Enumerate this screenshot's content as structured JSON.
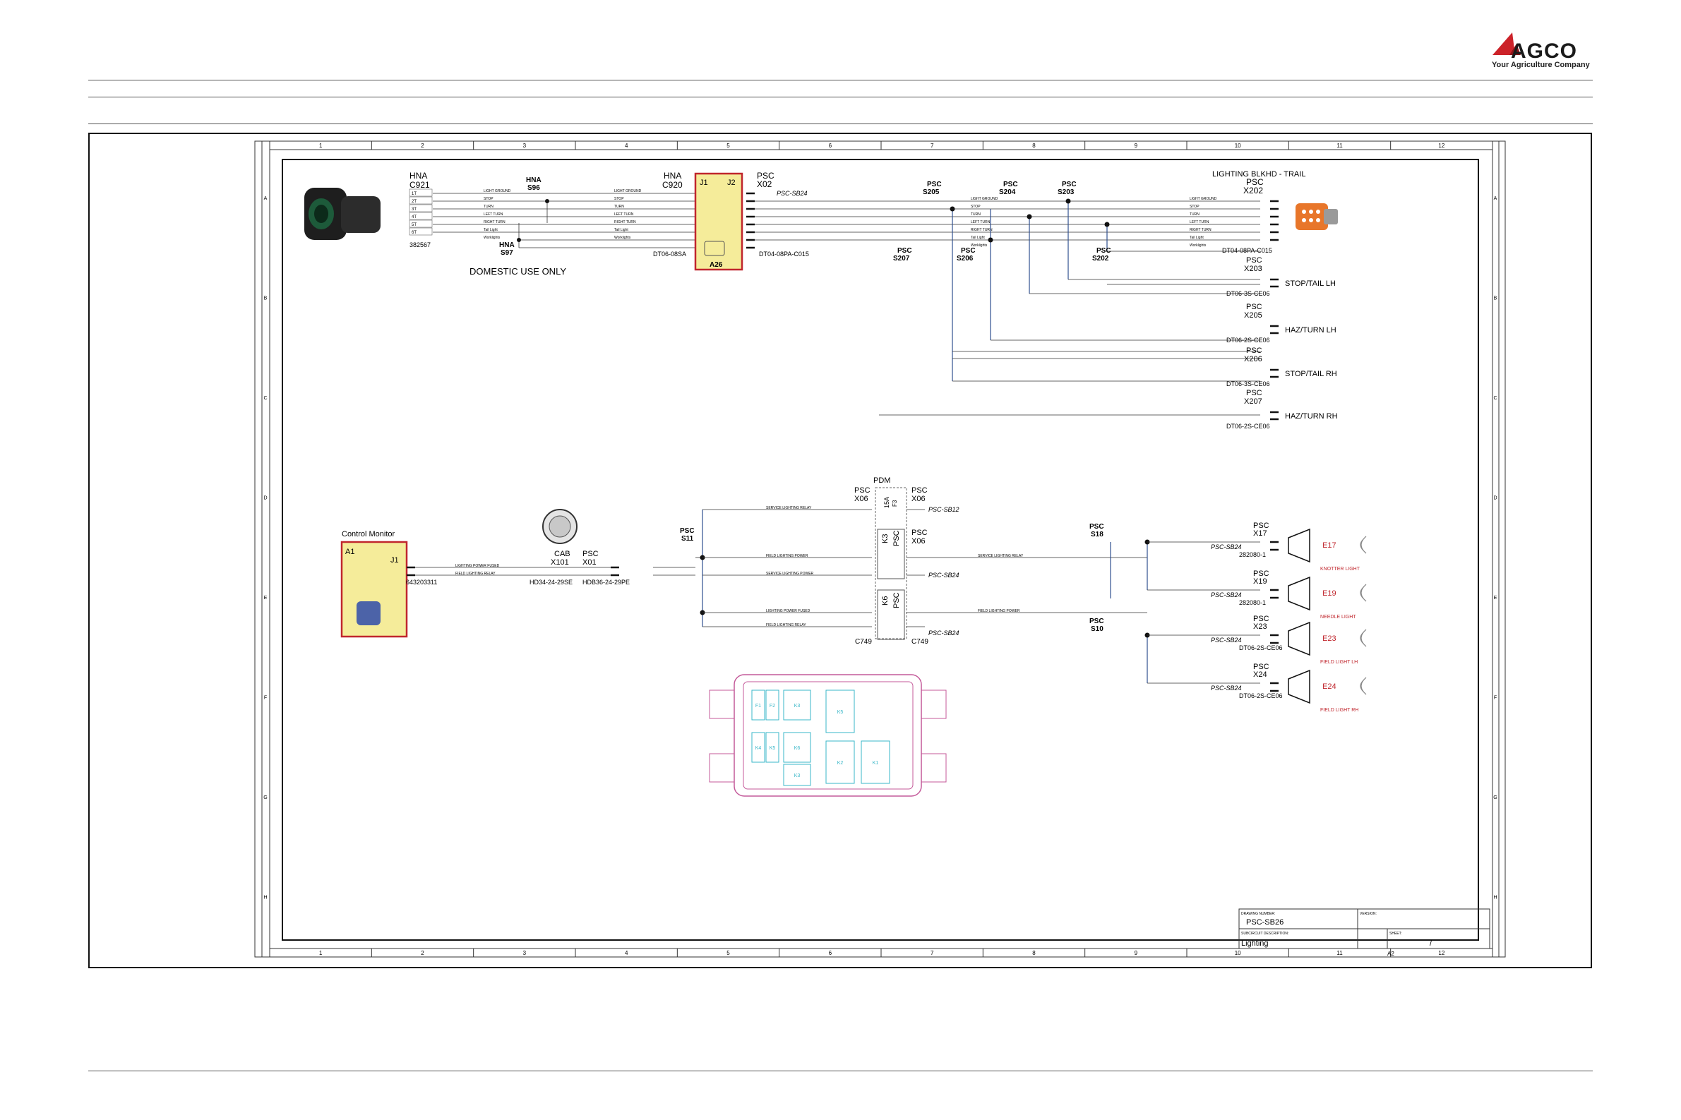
{
  "header": {
    "brand_name": "AGCO",
    "brand_tagline": "Your Agriculture Company",
    "brand_color": "#cc2229"
  },
  "grid": {
    "columns": [
      "1",
      "2",
      "3",
      "4",
      "5",
      "6",
      "7",
      "8",
      "9",
      "10",
      "11",
      "12"
    ],
    "rows": [
      "A",
      "B",
      "C",
      "D",
      "E",
      "F",
      "G",
      "H"
    ]
  },
  "trailer_section": {
    "c921": {
      "group": "HNA",
      "id": "C921",
      "pins": [
        "1T",
        "2T",
        "3T",
        "4T",
        "5T",
        "6T"
      ],
      "part_no": "382567"
    },
    "s96": {
      "group": "HNA",
      "id": "S96"
    },
    "s97": {
      "group": "HNA",
      "id": "S97"
    },
    "c920": {
      "group": "HNA",
      "id": "C920",
      "part_no": "DT06-08SA"
    },
    "a26": {
      "j1": "J1",
      "j2": "J2",
      "label": "A26"
    },
    "x02": {
      "group": "PSC",
      "id": "X02",
      "ref": "PSC-SB24",
      "part_no": "DT04-08PA-C015"
    },
    "domestic_note": "DOMESTIC USE ONLY",
    "wire_labels": [
      "LIGHT GROUND",
      "STOP",
      "TURN",
      "LEFT TURN",
      "RIGHT TURN",
      "Tail Light",
      "Worklights"
    ],
    "splices": [
      {
        "group": "PSC",
        "id": "S205"
      },
      {
        "group": "PSC",
        "id": "S204"
      },
      {
        "group": "PSC",
        "id": "S203"
      },
      {
        "group": "PSC",
        "id": "S207"
      },
      {
        "group": "PSC",
        "id": "S206"
      },
      {
        "group": "PSC",
        "id": "S202"
      }
    ],
    "bulkhead": {
      "title": "LIGHTING BLKHD - TRAIL",
      "group": "PSC",
      "id": "X202",
      "part_no": "DT04-08PA-C015"
    },
    "outputs": [
      {
        "group": "PSC",
        "id": "X203",
        "part_no": "DT06-3S-CE06",
        "desc": "STOP/TAIL LH"
      },
      {
        "group": "PSC",
        "id": "X205",
        "part_no": "DT06-2S-CE06",
        "desc": "HAZ/TURN LH"
      },
      {
        "group": "PSC",
        "id": "X206",
        "part_no": "DT06-3S-CE06",
        "desc": "STOP/TAIL RH"
      },
      {
        "group": "PSC",
        "id": "X207",
        "part_no": "DT06-2S-CE06",
        "desc": "HAZ/TURN RH"
      }
    ]
  },
  "lighting_section": {
    "control_monitor": {
      "title": "Control Monitor",
      "a1": "A1",
      "j1": "J1",
      "part_no": "643203311"
    },
    "cab": {
      "group": "CAB",
      "id": "X101",
      "part_no": "HD34-24-29SE"
    },
    "x01": {
      "group": "PSC",
      "id": "X01",
      "part_no": "HDB36-24-29PE"
    },
    "s11": {
      "group": "PSC",
      "id": "S11"
    },
    "pdm": {
      "title": "PDM",
      "x06_group": "PSC",
      "x06_id": "X06",
      "fuse": "15A",
      "fuse_id": "F3",
      "ref_top": "PSC-SB12"
    },
    "relay_k3": {
      "id": "K3",
      "group": "PSC",
      "ref": "PSC-SB24",
      "x06_group": "PSC",
      "x06_id": "X06"
    },
    "relay_k6": {
      "id": "K6",
      "group": "PSC",
      "ref": "PSC-SB24",
      "c749": "C749"
    },
    "relay_labels": [
      "LIGHTING POWER FUSED",
      "FIELD LIGHTING RELAY",
      "SERVICE LIGHTING RELAY",
      "FIELD LIGHTING POWER",
      "SERVICE LIGHTING POWER"
    ],
    "s18": {
      "group": "PSC",
      "id": "S18"
    },
    "s10": {
      "group": "PSC",
      "id": "S10"
    },
    "lights": [
      {
        "group": "PSC",
        "id": "X17",
        "ref": "PSC-SB24",
        "part_no": "282080-1",
        "tag": "E17",
        "name": "KNOTTER LIGHT"
      },
      {
        "group": "PSC",
        "id": "X19",
        "ref": "PSC-SB24",
        "part_no": "282080-1",
        "tag": "E19",
        "name": "NEEDLE LIGHT"
      },
      {
        "group": "PSC",
        "id": "X23",
        "ref": "PSC-SB24",
        "part_no": "DT06-2S-CE06",
        "tag": "E23",
        "name": "FIELD LIGHT LH"
      },
      {
        "group": "PSC",
        "id": "X24",
        "ref": "PSC-SB24",
        "part_no": "DT06-2S-CE06",
        "tag": "E24",
        "name": "FIELD LIGHT RH"
      }
    ],
    "pdm_slots": [
      "F1",
      "F2",
      "K3",
      "K4",
      "K5",
      "K6",
      "K5",
      "K3",
      "K2",
      "K1"
    ]
  },
  "title_block": {
    "drawing_number_label": "DRAWING NUMBER:",
    "drawing_number": "PSC-SB26",
    "version_label": "VERSION:",
    "subcircuit_label": "SUBCIRCUIT DESCRIPTION:",
    "subcircuit": "Lighting",
    "sheet_label": "SHEET:",
    "sheet_value": "/",
    "size": "A2"
  },
  "colors": {
    "highlight_box": "#f5ec9a",
    "highlight_border": "#c0262d",
    "accent_red": "#c0262d",
    "pdm_outline": "#c45a9a",
    "pdm_relay": "#39b7c8"
  }
}
